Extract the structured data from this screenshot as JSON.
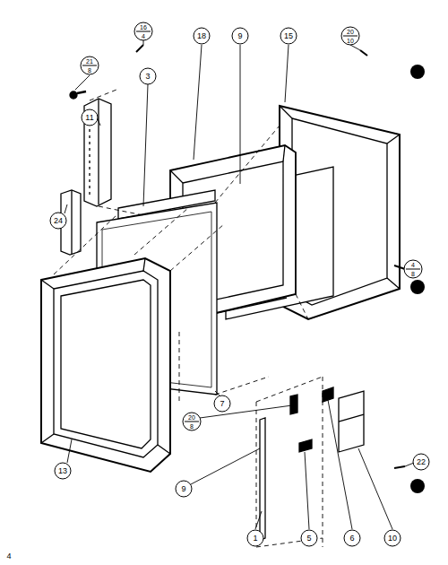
{
  "diagram": {
    "labels": [
      "21",
      "8",
      "16",
      "4",
      "18",
      "9",
      "15",
      "20",
      "10",
      "3",
      "11",
      "24",
      "7",
      "13",
      "4",
      "8",
      "22",
      "20",
      "8",
      "9",
      "1",
      "5",
      "6",
      "10",
      "4"
    ]
  }
}
